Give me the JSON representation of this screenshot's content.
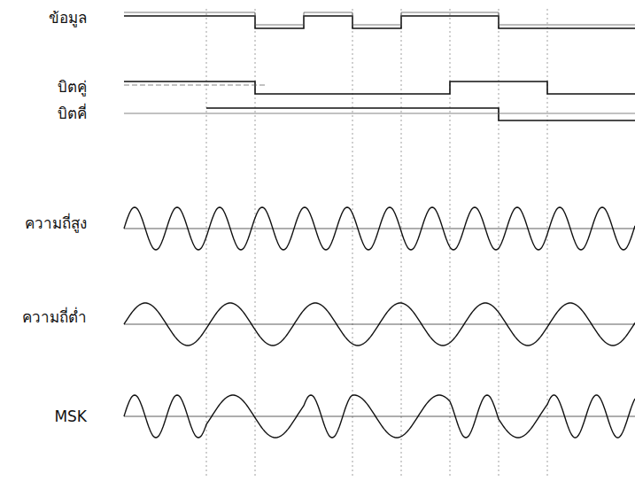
{
  "diagram": {
    "labels": [
      "ข้อมูล",
      "บิตคู่",
      "บิตคี่",
      "ความถี่สูง",
      "ความถี่ต่ำ",
      "MSK"
    ]
  }
}
